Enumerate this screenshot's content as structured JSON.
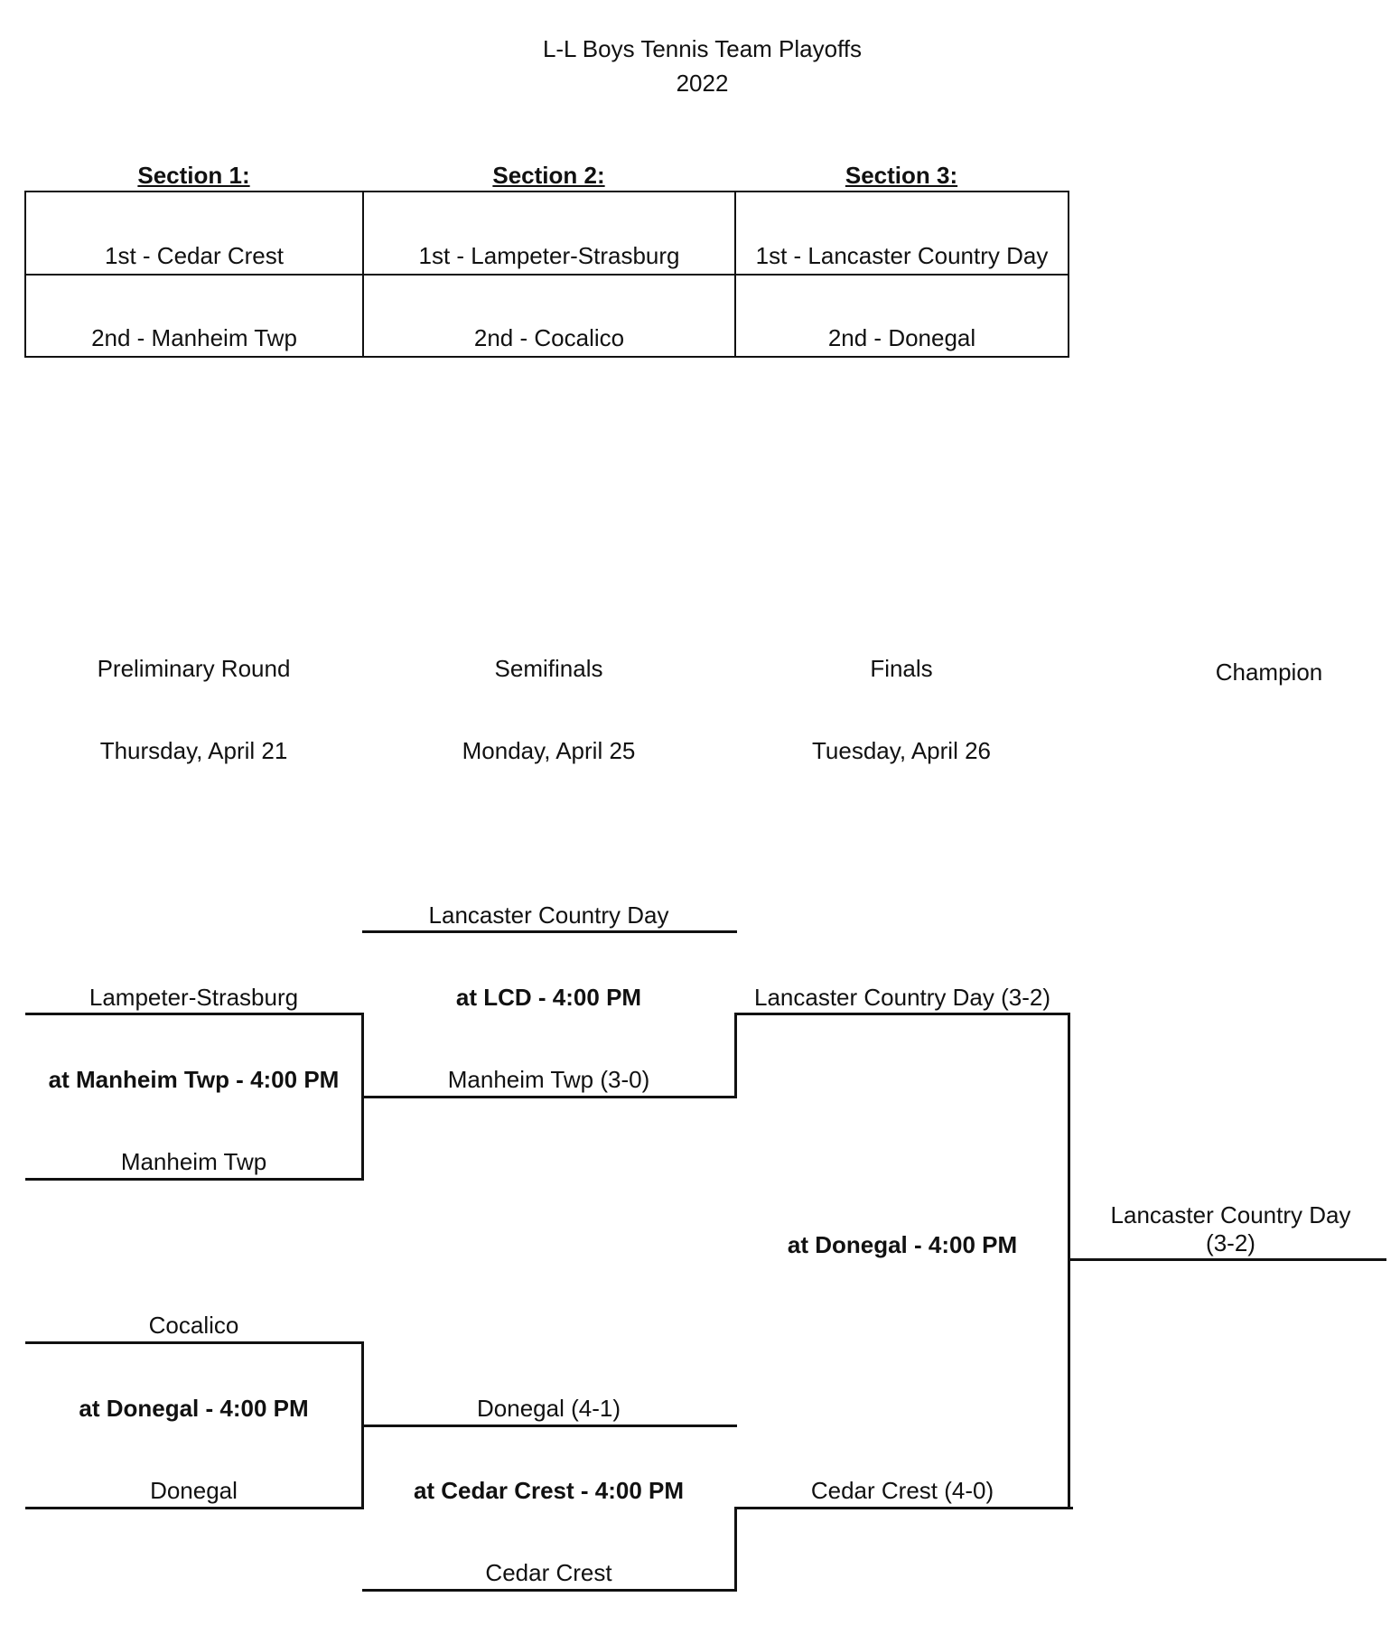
{
  "title": "L-L Boys Tennis Team Playoffs",
  "year": "2022",
  "sections": [
    {
      "header": "Section 1:",
      "first": "1st - Cedar Crest",
      "second": "2nd - Manheim Twp"
    },
    {
      "header": "Section  2:",
      "first": "1st - Lampeter-Strasburg",
      "second": "2nd - Cocalico"
    },
    {
      "header": "Section 3:",
      "first": "1st - Lancaster Country Day",
      "second": "2nd - Donegal"
    }
  ],
  "rounds": [
    {
      "name": "Preliminary Round",
      "date": "Thursday, April 21"
    },
    {
      "name": "Semifinals",
      "date": "Monday, April 25"
    },
    {
      "name": "Finals",
      "date": "Tuesday, April 26"
    },
    {
      "name": "Champion",
      "date": ""
    }
  ],
  "bracket": {
    "prelim1": {
      "top": "Lampeter-Strasburg",
      "venue": "at Manheim Twp - 4:00 PM",
      "bottom": "Manheim Twp"
    },
    "prelim2": {
      "top": "Cocalico",
      "venue": "at Donegal - 4:00 PM",
      "bottom": "Donegal"
    },
    "semi1": {
      "top": "Lancaster Country Day",
      "venue": "at LCD - 4:00 PM",
      "bottom": "Manheim Twp (3-0)"
    },
    "semi2": {
      "top": "Donegal (4-1)",
      "venue": "at Cedar Crest - 4:00 PM",
      "bottom": "Cedar Crest"
    },
    "final": {
      "top": "Lancaster Country Day (3-2)",
      "venue": "at Donegal - 4:00 PM",
      "bottom": "Cedar Crest (4-0)"
    },
    "champion": {
      "line1": "Lancaster Country Day",
      "line2": "(3-2)"
    }
  }
}
